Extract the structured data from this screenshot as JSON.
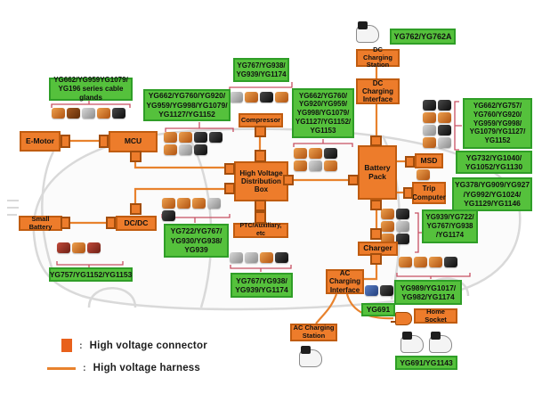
{
  "diagram_title": "EV high voltage system connector and harness layout",
  "colors": {
    "component_fill": "#ED7C2B",
    "component_border": "#C05C10",
    "part_label_fill": "#55C13C",
    "part_label_border": "#2F9E27",
    "harness": "#E8822D",
    "bracket": "#C74F62",
    "car_outline": "#D9D9D9",
    "legend_connector": "#E8611C"
  },
  "components": {
    "e_motor": {
      "label": "E-Motor"
    },
    "mcu": {
      "label": "MCU"
    },
    "compressor": {
      "label": "Compressor"
    },
    "hv_distribution_box": {
      "label": "High Voltage\nDistribution\nBox"
    },
    "ptc": {
      "label": "PTC/Auxiliary, etc"
    },
    "dcdc": {
      "label": "DC/DC"
    },
    "small_battery": {
      "label": "Small Battery"
    },
    "battery_pack": {
      "label": "Battery\nPack"
    },
    "msd": {
      "label": "MSD"
    },
    "trip_computer": {
      "label": "Trip\nComputer"
    },
    "dc_charging_station": {
      "label": "DC Charging\nStation"
    },
    "dc_charging_interface": {
      "label": "DC Charging\nInterface"
    },
    "charger": {
      "label": "Charger"
    },
    "ac_charging_interface": {
      "label": "AC Charging\nInterface"
    },
    "ac_charging_station": {
      "label": "AC Charging\nStation"
    },
    "home_socket": {
      "label": "Home Socket"
    }
  },
  "part_labels": {
    "cable_glands": {
      "text": "YG662/YG959YG1079/\nYG196 series cable glands"
    },
    "compressor_group": {
      "text": "YG767/YG938/\nYG939/YG1174"
    },
    "mcu_group": {
      "text": "YG662/YG760/YG920/\nYG959/YG998/YG1079/\nYG1127/YG1152"
    },
    "battery_front_group": {
      "text": "YG662/YG760/\nYG920/YG959/\nYG998/YG1079/\nYG1127/YG1152/\nYG1153"
    },
    "dc_gun": {
      "text": "YG762/YG762A"
    },
    "battery_right_group": {
      "text": "YG662/YG757/\nYG760/YG920/\nYG959/YG998/\nYG1079/YG1127/\nYG1152"
    },
    "msd_group": {
      "text": "YG732/YG1040/\nYG1052/YG1130"
    },
    "trip_group": {
      "text": "YG378/YG909/YG927\n/YG992/YG1024/\nYG1129/YG1146"
    },
    "charger_group": {
      "text": "YG939/YG722/\nYG767/YG938\n/YG1174"
    },
    "dcdc_group": {
      "text": "YG722/YG767/\nYG930/YG938/\nYG939"
    },
    "small_battery_group": {
      "text": "YG757/YG1152/YG1153"
    },
    "aci_group": {
      "text": "YG767/YG938/\nYG939/YG1174"
    },
    "below_charger_group": {
      "text": "YG989/YG1017/\nYG982/YG1174"
    },
    "yg691": {
      "text": "YG691"
    },
    "home_gun_group": {
      "text": "YG691/YG1143"
    }
  },
  "legend": {
    "separator": ":",
    "connector_label": "High voltage connector",
    "harness_label": "High voltage harness"
  }
}
